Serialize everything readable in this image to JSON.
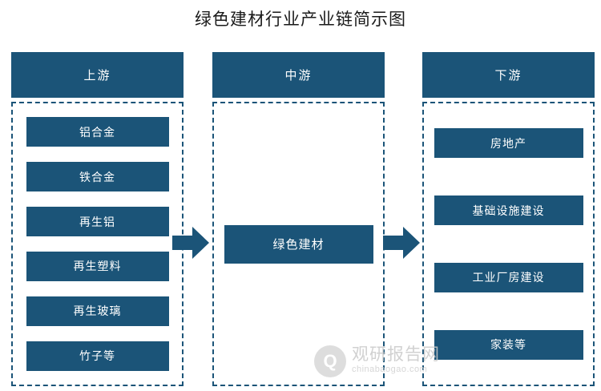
{
  "title": "绿色建材行业产业链简示图",
  "columns": [
    {
      "key": "upstream",
      "header": "上游",
      "items": [
        "铝合金",
        "铁合金",
        "再生铝",
        "再生塑料",
        "再生玻璃",
        "竹子等"
      ]
    },
    {
      "key": "midstream",
      "header": "中游",
      "items": [
        "绿色建材"
      ]
    },
    {
      "key": "downstream",
      "header": "下游",
      "items": [
        "房地产",
        "基础设施建设",
        "工业厂房建设",
        "家装等"
      ]
    }
  ],
  "arrows": [
    {
      "name": "arrow-upstream-to-midstream"
    },
    {
      "name": "arrow-midstream-to-downstream"
    }
  ],
  "watermark": {
    "logo_glyph": "Q",
    "cn": "观研报告网",
    "en": "chinabaogao.com"
  },
  "colors": {
    "primary": "#1b5478",
    "title_text": "#1a1a1a",
    "box_text": "#ffffff",
    "background": "#ffffff"
  }
}
